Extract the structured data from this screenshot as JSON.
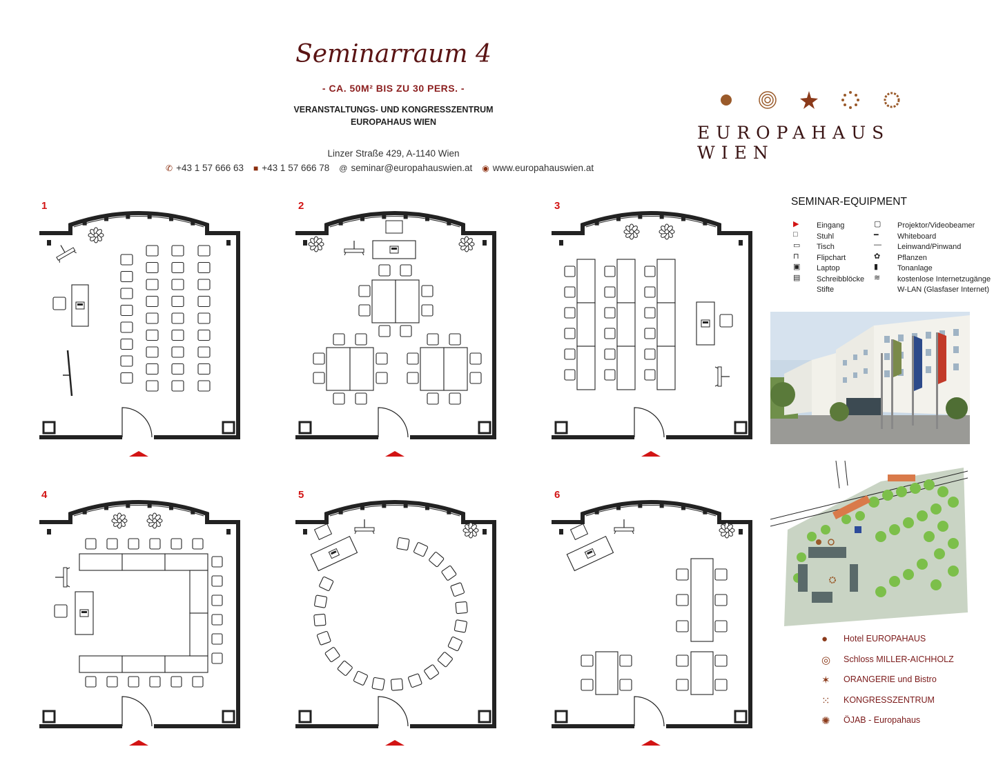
{
  "header": {
    "title": "Seminarraum 4",
    "subtitle": "- CA. 50M² BIS ZU 30 PERS. -",
    "venue_line1": "VERANSTALTUNGS- UND KONGRESSZENTRUM",
    "venue_line2": "EUROPAHAUS WIEN",
    "address": "Linzer Straße 429, A-1140 Wien",
    "phone": "+43 1 57 666 63",
    "fax": "+43 1 57 666 78",
    "email": "seminar@europahauswien.at",
    "web": "www.europahauswien.at"
  },
  "brand": {
    "name": "EUROPAHAUS WIEN",
    "color": "#8b3a1a",
    "icons": [
      "dot-icon",
      "double-ring-icon",
      "star-icon",
      "dotted-circle-icon",
      "gear-ring-icon"
    ]
  },
  "rooms": {
    "labels": [
      "1",
      "2",
      "3",
      "4",
      "5",
      "6"
    ],
    "entrance_color": "#d21414"
  },
  "equipment": {
    "title": "SEMINAR-EQUIPMENT",
    "left": [
      {
        "icon": "entrance-icon",
        "label": "Eingang"
      },
      {
        "icon": "chair-icon",
        "label": "Stuhl"
      },
      {
        "icon": "table-icon",
        "label": "Tisch"
      },
      {
        "icon": "flipchart-icon",
        "label": "Flipchart"
      },
      {
        "icon": "laptop-icon",
        "label": "Laptop"
      },
      {
        "icon": "notepad-icon",
        "label": "Schreibblöcke"
      },
      {
        "icon": "",
        "label": "Stifte"
      }
    ],
    "right": [
      {
        "icon": "projector-icon",
        "label": "Projektor/Videobeamer"
      },
      {
        "icon": "whiteboard-icon",
        "label": "Whiteboard"
      },
      {
        "icon": "screen-icon",
        "label": "Leinwand/Pinwand"
      },
      {
        "icon": "plant-icon",
        "label": "Pflanzen"
      },
      {
        "icon": "speaker-icon",
        "label": "Tonanlage"
      },
      {
        "icon": "wifi-icon",
        "label": "kostenlose Internetzugänge"
      },
      {
        "icon": "",
        "label": "W-LAN (Glasfaser Internet)"
      }
    ]
  },
  "legend": [
    {
      "icon": "dot-icon",
      "label": "Hotel EUROPAHAUS"
    },
    {
      "icon": "double-ring-icon",
      "label": "Schloss MILLER-AICHHOLZ"
    },
    {
      "icon": "star-icon",
      "label": "ORANGERIE und Bistro"
    },
    {
      "icon": "dotted-circle-icon",
      "label": "KONGRESSZENTRUM"
    },
    {
      "icon": "gear-ring-icon",
      "label": "ÖJAB - Europahaus"
    }
  ]
}
